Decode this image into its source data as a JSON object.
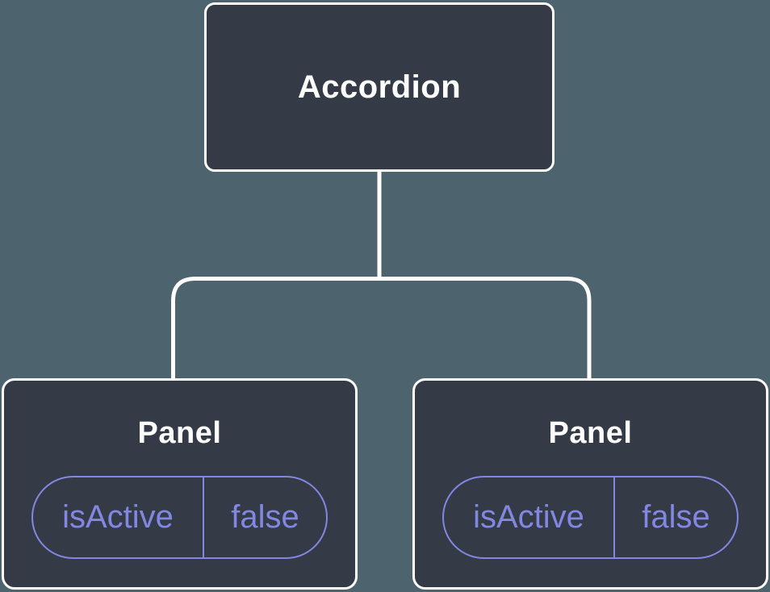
{
  "diagram": {
    "root": {
      "label": "Accordion"
    },
    "panels": [
      {
        "label": "Panel",
        "state": {
          "key": "isActive",
          "value": "false"
        }
      },
      {
        "label": "Panel",
        "state": {
          "key": "isActive",
          "value": "false"
        }
      }
    ]
  },
  "colors": {
    "background": "#4d636d",
    "node_fill": "#343b47",
    "node_border": "#ffffff",
    "state_accent": "#8287e2",
    "label_text": "#ffffff"
  }
}
